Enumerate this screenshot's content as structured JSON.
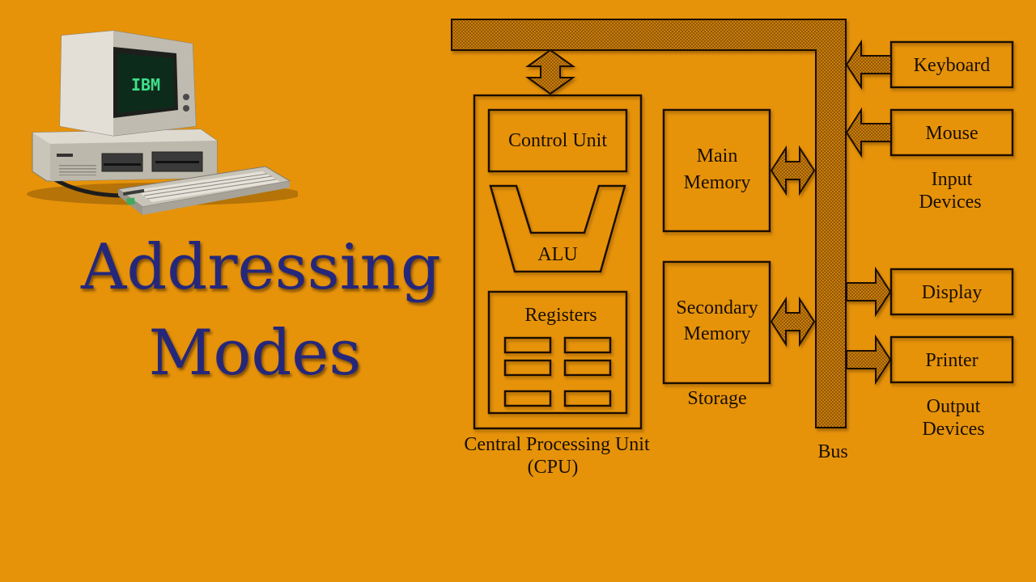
{
  "colors": {
    "background": "#E6930A",
    "title": "#25277A",
    "line": "#1a0f00",
    "bus_fill": "#C97C09"
  },
  "slide": {
    "title_line1": "Addressing",
    "title_line2": "Modes",
    "computer_screen_text": "IBM"
  },
  "diagram": {
    "cpu": {
      "control_unit": "Control Unit",
      "alu": "ALU",
      "registers": "Registers",
      "caption_line1": "Central Processing Unit",
      "caption_line2": "(CPU)"
    },
    "main_memory_line1": "Main",
    "main_memory_line2": "Memory",
    "secondary_memory_line1": "Secondary",
    "secondary_memory_line2": "Memory",
    "storage_label": "Storage",
    "bus_label": "Bus",
    "input_devices": [
      "Keyboard",
      "Mouse"
    ],
    "input_caption_line1": "Input",
    "input_caption_line2": "Devices",
    "output_devices": [
      "Display",
      "Printer"
    ],
    "output_caption_line1": "Output",
    "output_caption_line2": "Devices"
  }
}
